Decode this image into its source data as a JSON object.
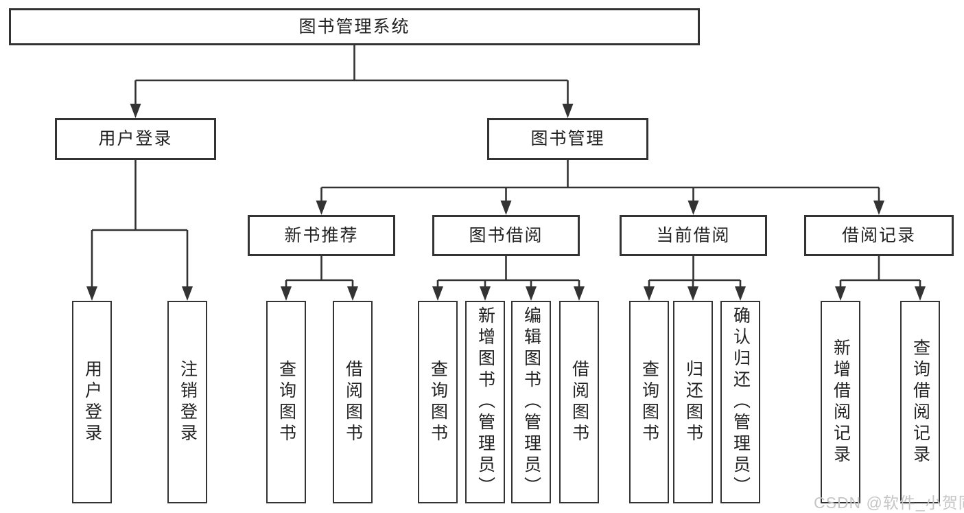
{
  "colors": {
    "line": "#333333",
    "text": "#222222",
    "watermark": "#c6c6c6",
    "background": "#ffffff"
  },
  "tree": {
    "root": {
      "label": "图书管理系统"
    },
    "branches": [
      {
        "label": "用户登录",
        "children": [
          {
            "label": "用户登录"
          },
          {
            "label": "注销登录"
          }
        ]
      },
      {
        "label": "图书管理",
        "sections": [
          {
            "label": "新书推荐",
            "children": [
              {
                "label": "查询图书"
              },
              {
                "label": "借阅图书"
              }
            ]
          },
          {
            "label": "图书借阅",
            "children": [
              {
                "label": "查询图书"
              },
              {
                "label": "新增图书（管理员）"
              },
              {
                "label": "编辑图书（管理员）"
              },
              {
                "label": "借阅图书"
              }
            ]
          },
          {
            "label": "当前借阅",
            "children": [
              {
                "label": "查询图书"
              },
              {
                "label": "归还图书"
              },
              {
                "label": "确认归还（管理员）"
              }
            ]
          },
          {
            "label": "借阅记录",
            "children": [
              {
                "label": "新增借阅记录"
              },
              {
                "label": "查询借阅记录"
              }
            ]
          }
        ]
      }
    ]
  },
  "watermark": {
    "text": "CSDN @软件_小贺同学"
  }
}
